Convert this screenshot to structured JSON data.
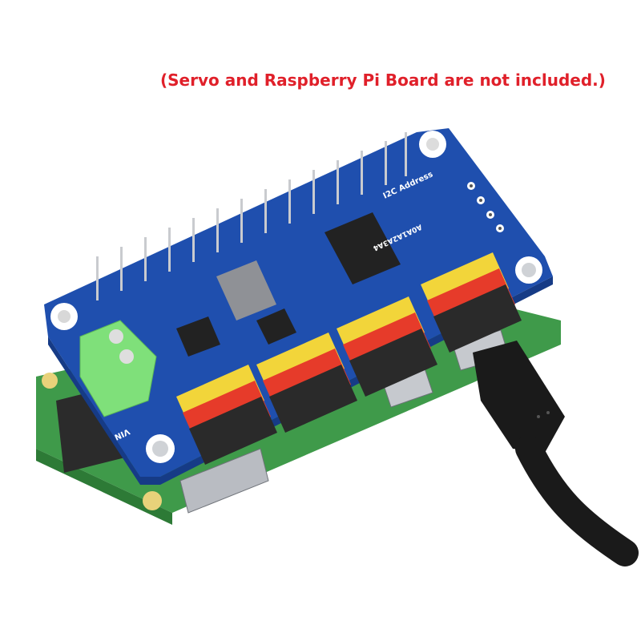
{
  "caption": "(Servo and Raspberry Pi Board are not included.)",
  "board": {
    "silkscreen_i2c": "I2C Address",
    "silkscreen_addr": "A0A1A2A3A4",
    "silkscreen_vin": "VIN"
  },
  "colors": {
    "caption": "#e0202a",
    "hat_pcb": "#1f4fae",
    "pi_pcb": "#3f9a4a",
    "terminal_block": "#7fe07a",
    "header_yellow": "#f2d53a",
    "header_red": "#e63b2a",
    "header_black": "#2a2a2a",
    "cable": "#1a1a1a"
  }
}
